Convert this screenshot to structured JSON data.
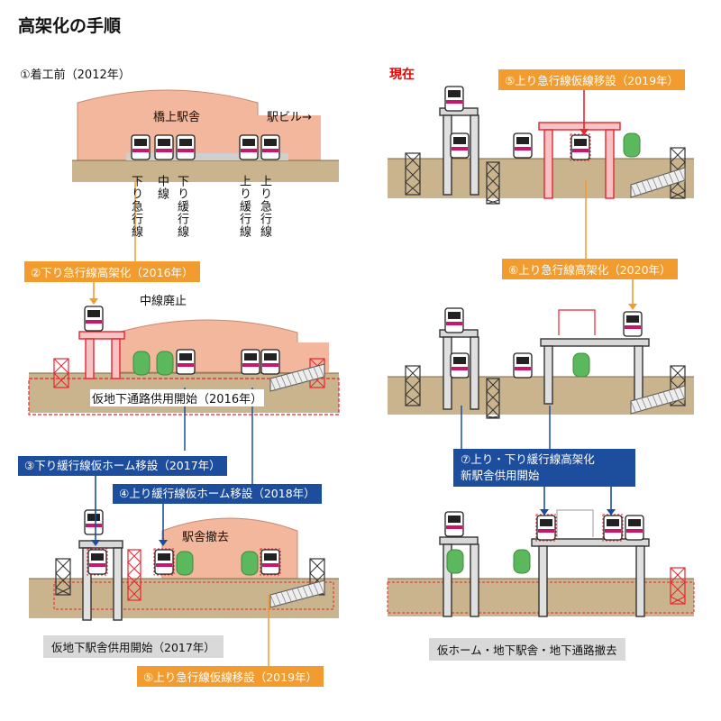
{
  "title": "高架化の手順",
  "now_label": "現在",
  "step1": {
    "heading": "①着工前（2012年）",
    "station": "橋上駅舎",
    "building": "駅ビル→",
    "tracks": [
      "下り急行線",
      "中線",
      "下り緩行線",
      "上り緩行線",
      "上り急行線"
    ]
  },
  "step2": {
    "badge": "②下り急行線高架化（2016年）",
    "abolish": "中線廃止",
    "passage": "仮地下通路供用開始（2016年）"
  },
  "step3": {
    "badge": "③下り緩行線仮ホーム移設（2017年）"
  },
  "step4": {
    "badge": "④上り緩行線仮ホーム移設（2018年）",
    "demolish": "駅舎撤去",
    "underground": "仮地下駅舎供用開始（2017年）"
  },
  "step5": {
    "badge": "⑤上り急行線仮線移設（2019年）"
  },
  "step6": {
    "badge": "⑥上り急行線高架化（2020年）"
  },
  "step7": {
    "badge_line1": "⑦上り・下り緩行線高架化",
    "badge_line2": "新駅舎供用開始",
    "removal": "仮ホーム・地下駅舎・地下通路撤去"
  },
  "colors": {
    "orange": "#f29b2e",
    "blue": "#1d4e9e",
    "red": "#e8242f",
    "ground": "#c9b48e",
    "station": "#f2b79c",
    "tree": "#5cb85c",
    "train_stripe": "#c8166d"
  }
}
